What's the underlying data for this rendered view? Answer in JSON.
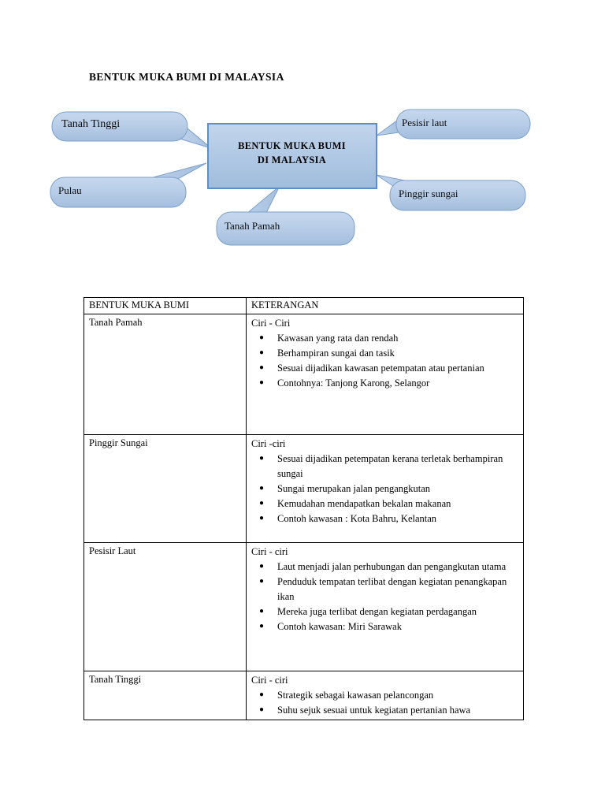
{
  "page": {
    "title": "BENTUK MUKA BUMI DI MALAYSIA"
  },
  "colors": {
    "shape_fill_light": "#bdd1e8",
    "shape_fill_dark": "#a8c0de",
    "shape_border": "#7ba0cc",
    "center_border": "#5b8fc9",
    "text": "#000000",
    "table_border": "#000000"
  },
  "diagram": {
    "center": {
      "line1": "BENTUK MUKA BUMI",
      "line2": "DI MALAYSIA"
    },
    "callouts": [
      {
        "id": "tanah-tinggi",
        "label": "Tanah Tinggi"
      },
      {
        "id": "pesisir-laut",
        "label": "Pesisir laut"
      },
      {
        "id": "pulau",
        "label": "Pulau"
      },
      {
        "id": "pinggir-sungai",
        "label": "Pinggir sungai"
      },
      {
        "id": "tanah-pamah",
        "label": "Tanah Pamah"
      }
    ]
  },
  "table": {
    "headers": {
      "col1": "BENTUK MUKA BUMI",
      "col2": "KETERANGAN"
    },
    "rows": [
      {
        "name": "Tanah Pamah",
        "ciri_heading": "Ciri - Ciri",
        "items": [
          "Kawasan yang rata dan rendah",
          "Berhampiran sungai dan tasik",
          "Sesuai dijadikan kawasan petempatan atau pertanian",
          "Contohnya: Tanjong Karong, Selangor"
        ]
      },
      {
        "name": "Pinggir Sungai",
        "ciri_heading": "Ciri -ciri",
        "items": [
          "Sesuai dijadikan petempatan kerana terletak berhampiran sungai",
          "Sungai merupakan jalan pengangkutan",
          "Kemudahan mendapatkan bekalan makanan",
          "Contoh kawasan : Kota Bahru, Kelantan"
        ]
      },
      {
        "name": "Pesisir Laut",
        "ciri_heading": "Ciri - ciri",
        "items": [
          "Laut menjadi jalan perhubungan dan pengangkutan utama",
          "Penduduk tempatan terlibat dengan kegiatan penangkapan ikan",
          "Mereka juga terlibat dengan kegiatan perdagangan",
          "Contoh kawasan: Miri Sarawak"
        ]
      },
      {
        "name": "Tanah Tinggi",
        "ciri_heading": "Ciri - ciri",
        "items": [
          "Strategik sebagai kawasan pelancongan",
          "Suhu sejuk sesuai untuk kegiatan pertanian hawa"
        ]
      }
    ]
  }
}
